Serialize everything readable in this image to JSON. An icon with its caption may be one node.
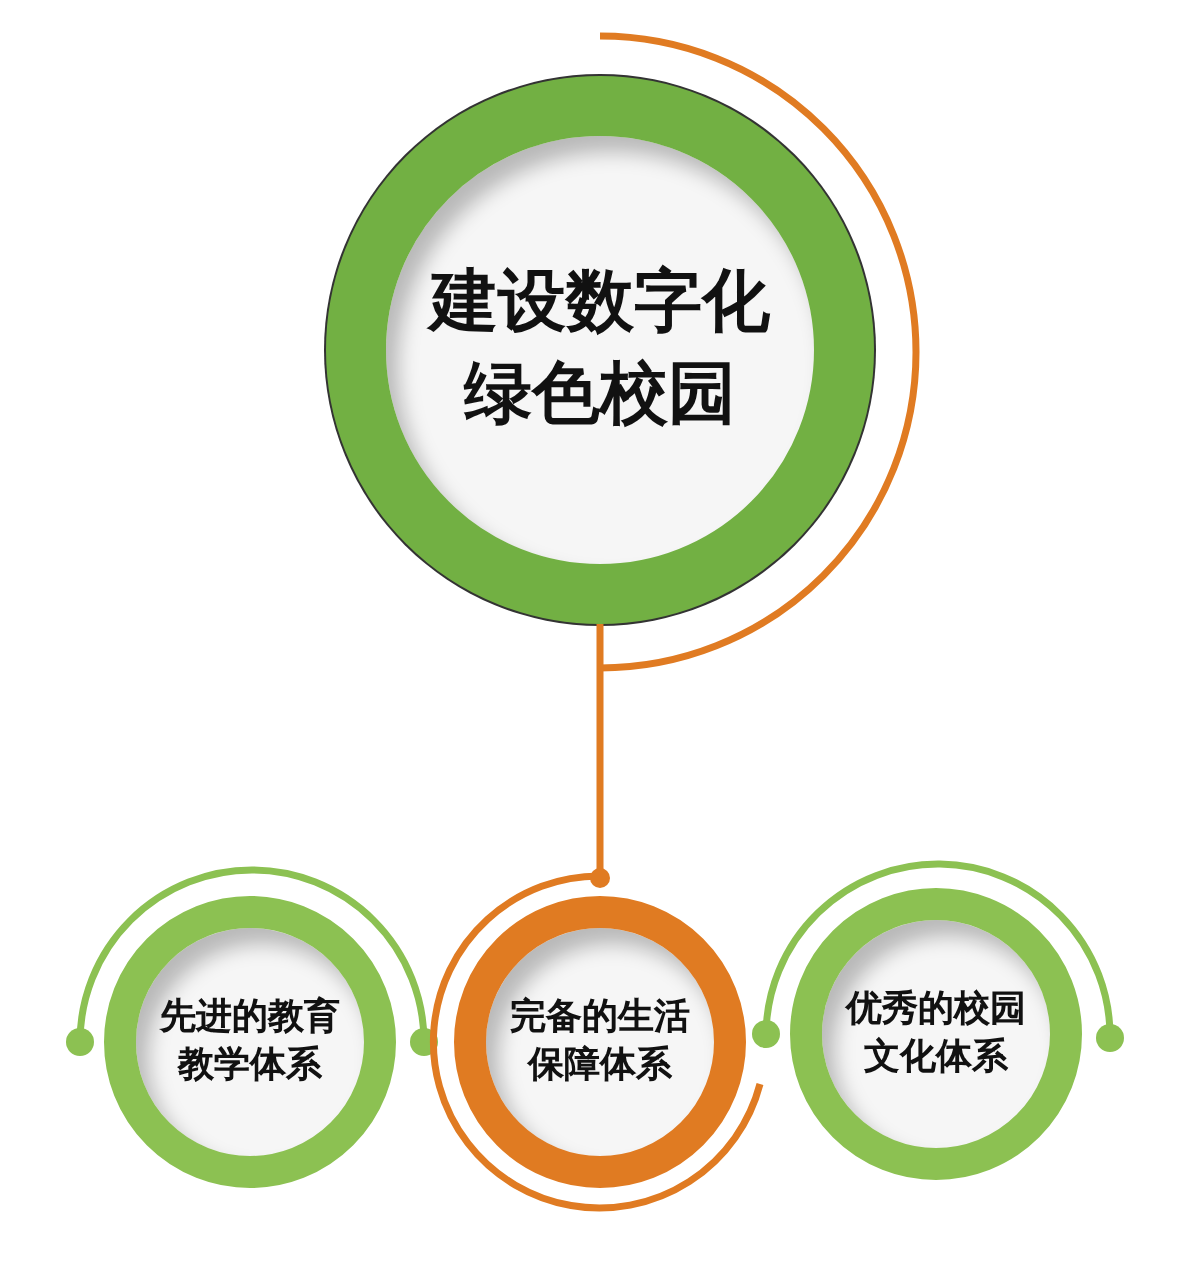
{
  "diagram": {
    "nodes": [
      {
        "text": [
          "建设数字化绿色校园"
        ]
      },
      {
        "text": [
          "先进的教育教学体系"
        ]
      },
      {
        "text": [
          "完备的生活保障体系"
        ]
      },
      {
        "text": [
          "优秀的校园文化体系"
        ]
      }
    ],
    "edges": [
      {
        "from": 0,
        "to": 2,
        "arrow": "other",
        "color": "#e07b22"
      }
    ]
  }
}
